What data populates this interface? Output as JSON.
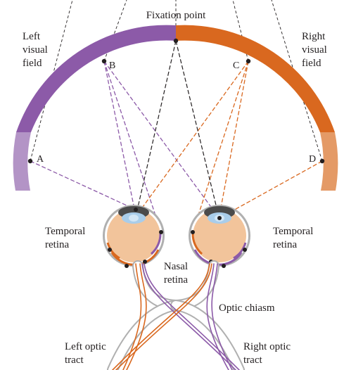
{
  "labels": {
    "fixation_point": "Fixation point",
    "left_visual_field": "Left\nvisual\nfield",
    "right_visual_field": "Right\nvisual\nfield",
    "temporal_retina_left": "Temporal\nretina",
    "temporal_retina_right": "Temporal\nretina",
    "nasal_retina": "Nasal\nretina",
    "optic_chiasm": "Optic chiasm",
    "left_optic_tract": "Left optic\ntract",
    "right_optic_tract": "Right optic\ntract"
  },
  "points": {
    "a": "A",
    "b": "B",
    "c": "C",
    "d": "D"
  },
  "colors": {
    "left_field": "#8c5aa8",
    "left_field_light": "#b394c6",
    "right_field": "#d9681f",
    "right_field_light": "#e49a66",
    "black_line": "#231f20",
    "eye_skin": "#f2c49b",
    "iris_blue": "#a9cdea"
  }
}
